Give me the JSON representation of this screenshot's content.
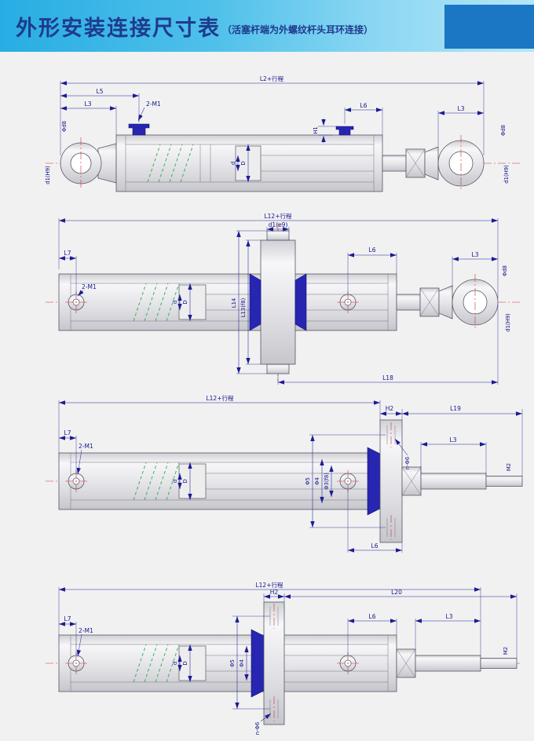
{
  "page": {
    "background": "#f1f1f1"
  },
  "header": {
    "title": "外形安装连接尺寸表",
    "subtitle": "（活塞杆端为外螺纹杆头耳环连接）",
    "bar_gradient_left": "#28ade3",
    "bar_gradient_right": "#b5e6f7",
    "corner_block_color": "#1b76c4",
    "title_color": "#1e3a8e"
  },
  "colors": {
    "dimension_text": "#14148c",
    "centerline": "#cc3333",
    "hatch": "#41b05e",
    "mount_blue": "#2626b0"
  },
  "d1": {
    "overall": "L2+行程",
    "l5": "L5",
    "l3_left": "L3",
    "ports": "2-M1",
    "h1": "H1",
    "l6": "L6",
    "l3_right": "L3",
    "eye_od_left": "Φd8",
    "eye_hole_left": "d1(H9)",
    "eye_od_right": "Φd8",
    "eye_hole_right": "d1(H9)",
    "rod_dia": "d",
    "bore_dia": "D"
  },
  "d2": {
    "overall": "L12+行程",
    "pin_dia": "d1(e9)",
    "l7": "L7",
    "ports": "2-M1",
    "l14": "L14",
    "l13": "L13(f8)",
    "l6": "L6",
    "l3": "L3",
    "l18": "L18",
    "eye_od": "Φd8",
    "eye_hole": "d1(H9)",
    "rod_dia": "d",
    "bore_dia": "D"
  },
  "d3": {
    "overall": "L12+行程",
    "h2": "H2",
    "l19": "L19",
    "l7": "L7",
    "ports": "2-M1",
    "l3": "L3",
    "phi5": "Φ5",
    "phi4": "Φ4",
    "phi3": "Φ3(f8)",
    "bolt_holes": "n-Φ6",
    "l6": "L6",
    "thread": "M2",
    "rod_dia": "d",
    "bore_dia": "D"
  },
  "d4": {
    "overall": "L12+行程",
    "h2": "H2",
    "l20": "L20",
    "l7": "L7",
    "ports": "2-M1",
    "l6": "L6",
    "l3": "L3",
    "phi5": "Φ5",
    "phi4": "Φ4",
    "bolt_holes": "n-Φ6",
    "thread": "M2",
    "rod_dia": "d",
    "bore_dia": "D"
  }
}
